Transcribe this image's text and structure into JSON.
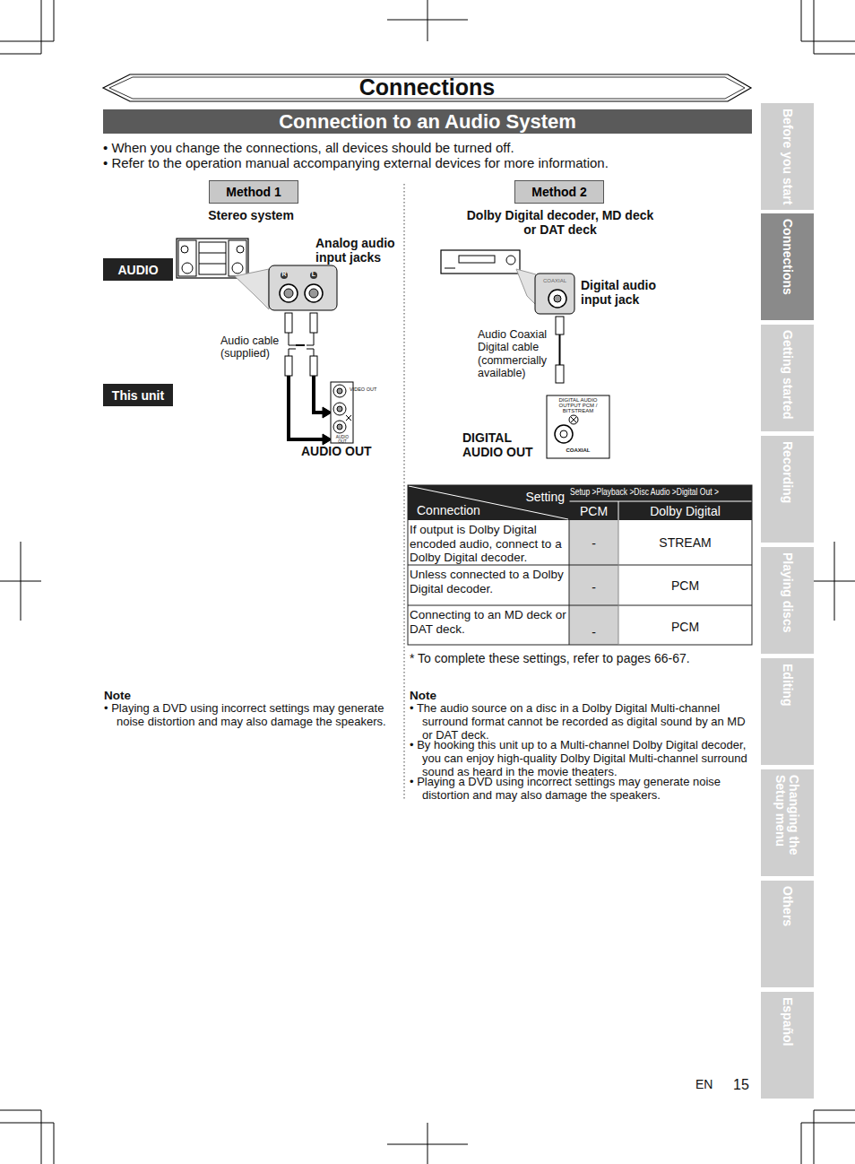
{
  "diagram": {
    "title": "Connections",
    "nodes": [
      {
        "text": [
          "Connection to an Audio System"
        ]
      },
      {
        "text": [
          "Method 1"
        ]
      },
      {
        "text": [
          "Method 2"
        ]
      },
      {
        "text": [
          "AUDIO"
        ]
      },
      {
        "text": [
          "This unit"
        ]
      },
      {
        "text": [
          "Before you start"
        ]
      },
      {
        "text": [
          "Connections"
        ]
      },
      {
        "text": [
          "Getting started"
        ]
      },
      {
        "text": [
          "Recording"
        ]
      },
      {
        "text": [
          "Playing discs"
        ]
      },
      {
        "text": [
          "Editing"
        ]
      },
      {
        "text": [
          "Changing the Setup menu"
        ]
      },
      {
        "text": [
          "Others"
        ]
      },
      {
        "text": [
          "Español"
        ]
      }
    ],
    "labels": [
      "• When you change the connections, all devices should be turned off.",
      "• Refer to the operation manual accompanying external devices for more information.",
      "Stereo system",
      "Analog audio input jacks",
      "R",
      "L",
      "Audio cable (supplied)",
      "VIDEO OUT",
      "AUDIO OUT",
      "AUDIO OUT",
      "Dolby Digital decoder, MD deck or DAT deck",
      "COAXIAL",
      "Digital audio input jack",
      "Audio Coaxial Digital cable (commercially available)",
      "DIGITAL AUDIO OUTPUT PCM / BITSTREAM",
      "COAXIAL",
      "DIGITAL AUDIO OUT",
      "Setting",
      "Connection",
      "Setup >Playback >Disc Audio >Digital Out >",
      "PCM",
      "Dolby Digital",
      "If output is Dolby Digital encoded audio, connect to a Dolby Digital decoder.",
      "-",
      "STREAM",
      "Unless connected to a Dolby Digital decoder.",
      "-",
      "PCM",
      "Connecting to an MD deck or DAT deck.",
      "-",
      "PCM",
      "* To complete these settings, refer to pages 66-67.",
      "Note",
      "• Playing a DVD using incorrect settings may generate noise distortion and may also damage the speakers.",
      "Note",
      "• The audio source on a disc in a Dolby Digital Multi-channel surround format cannot be recorded as digital sound by an MD or DAT deck.",
      "• By hooking this unit up to a Multi-channel Dolby Digital decoder, you can enjoy high-quality Dolby Digital Multi-channel surround sound as heard in the movie theaters.",
      "• Playing a DVD using incorrect settings may generate noise distortion and may also damage the speakers.",
      "EN",
      "15"
    ]
  }
}
